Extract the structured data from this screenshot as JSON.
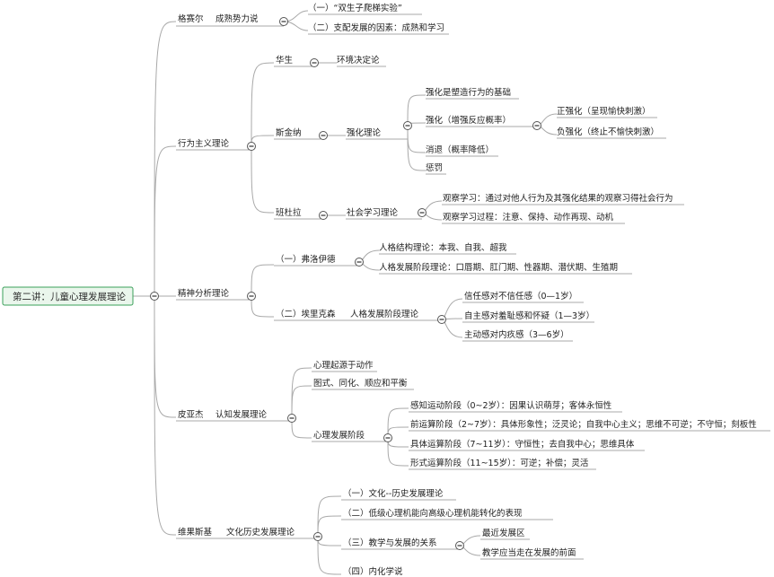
{
  "root": {
    "label": "第二讲：儿童心理发展理论"
  },
  "branches": {
    "gesell": {
      "name": "格赛尔",
      "theory": "成熟势力说",
      "items": [
        "（一）“双生子爬梯实验”",
        "（二）支配发展的因素：成熟和学习"
      ]
    },
    "behaviorism": {
      "label": "行为主义理论",
      "watson": {
        "name": "华生",
        "theory": "环境决定论"
      },
      "skinner": {
        "name": "斯金纳",
        "theory": "强化理论",
        "items": [
          "强化是塑造行为的基础",
          "强化（增强反应概率）",
          "消退（概率降低）",
          "惩罚"
        ],
        "sub": [
          "正强化（呈现愉快刺激）",
          "负强化（终止不愉快刺激）"
        ]
      },
      "bandura": {
        "name": "班杜拉",
        "theory": "社会学习理论",
        "items": [
          "观察学习：通过对他人行为及其强化结果的观察习得社会行为",
          "观察学习过程：注意、保持、动作再现、动机"
        ]
      }
    },
    "psychoanalysis": {
      "label": "精神分析理论",
      "freud": {
        "name": "（一）弗洛伊德",
        "items": [
          "人格结构理论：本我、自我、超我",
          "人格发展阶段理论：口唇期、肛门期、性器期、潜伏期、生殖期"
        ]
      },
      "erikson": {
        "name": "（二）埃里克森",
        "theory": "人格发展阶段理论",
        "items": [
          "信任感对不信任感（0—1岁）",
          "自主感对羞耻感和怀疑（1—3岁）",
          "主动感对内疚感（3—6岁）"
        ]
      }
    },
    "piaget": {
      "name": "皮亚杰",
      "theory": "认知发展理论",
      "items": [
        "心理起源于动作",
        "图式、同化、顺应和平衡",
        "心理发展阶段"
      ],
      "stages": [
        "感知运动阶段（0~2岁）：因果认识萌芽；客体永恒性",
        "前运算阶段（2~7岁）：具体形象性；泛灵论；自我中心主义；思维不可逆；不守恒；刻板性",
        "具体运算阶段（7~11岁）：守恒性；去自我中心；思维具体",
        "形式运算阶段（11~15岁）：可逆；补偿；灵活"
      ]
    },
    "vygotsky": {
      "name": "维果斯基",
      "theory": "文化历史发展理论",
      "items": [
        "（一）文化--历史发展理论",
        "（二）低级心理机能向高级心理机能转化的表现",
        "（三）教学与发展的关系",
        "（四）内化学说"
      ],
      "sub": [
        "最近发展区",
        "教学应当走在发展的前面"
      ]
    }
  },
  "colors": {
    "edge": "#a9a9a9",
    "root_border": "#3aa05a",
    "root_fill": "#eaf6ec"
  }
}
